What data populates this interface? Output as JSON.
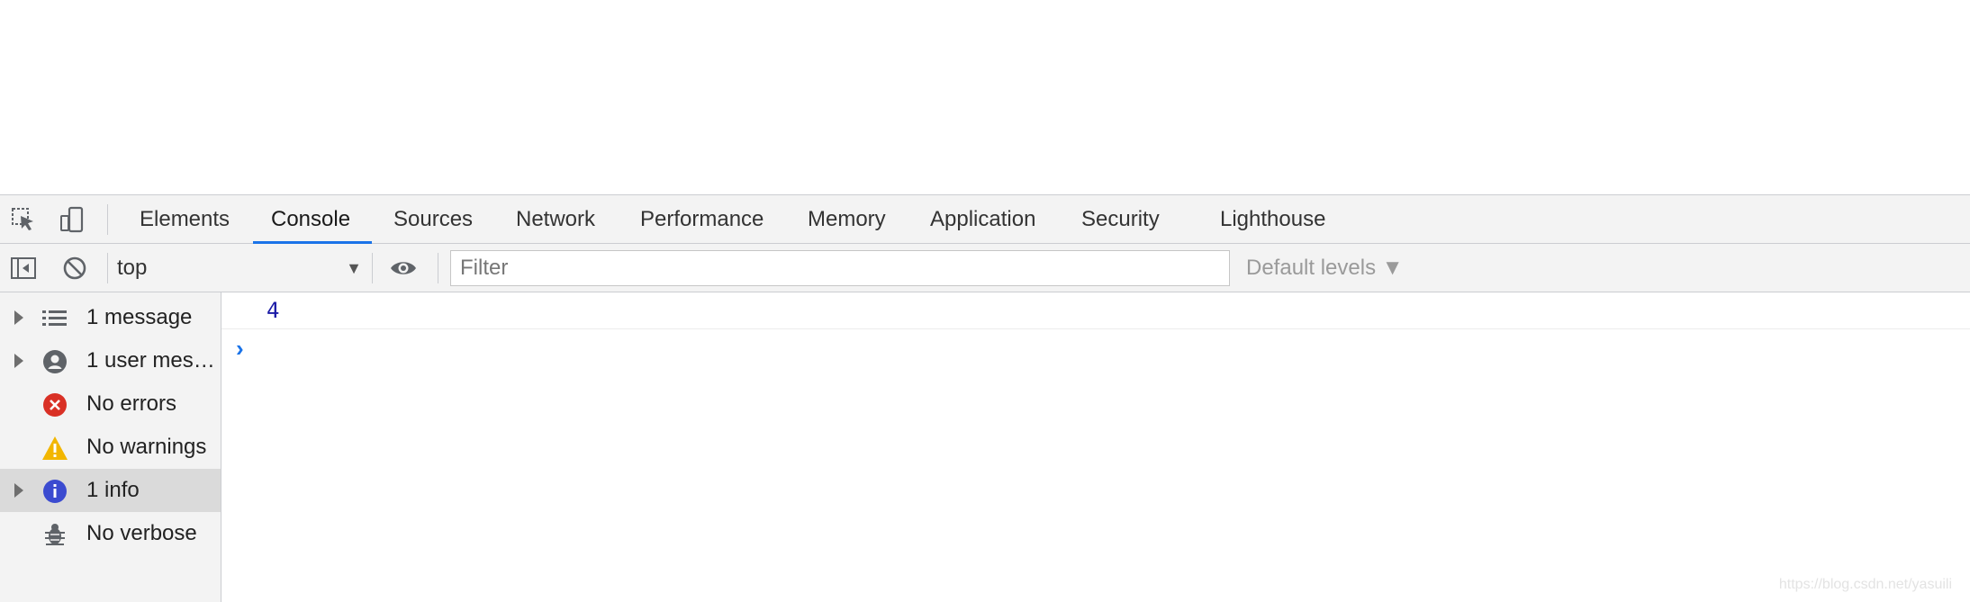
{
  "tabbar": {
    "tabs": [
      {
        "label": "Elements",
        "active": false
      },
      {
        "label": "Console",
        "active": true
      },
      {
        "label": "Sources",
        "active": false
      },
      {
        "label": "Network",
        "active": false
      },
      {
        "label": "Performance",
        "active": false
      },
      {
        "label": "Memory",
        "active": false
      },
      {
        "label": "Application",
        "active": false
      },
      {
        "label": "Security",
        "active": false
      },
      {
        "label": "Lighthouse",
        "active": false
      }
    ],
    "icons": [
      "inspect-element-icon",
      "device-toolbar-icon"
    ]
  },
  "console_toolbar": {
    "context": "top",
    "filter_placeholder": "Filter",
    "filter_value": "",
    "levels_label": "Default levels ▼",
    "icons": [
      "show-sidebar-icon",
      "clear-console-icon",
      "chevron-down-icon",
      "eye-icon"
    ]
  },
  "sidebar": {
    "items": [
      {
        "label": "1 message",
        "icon": "list-icon",
        "expandable": true,
        "selected": false
      },
      {
        "label": "1 user mes…",
        "icon": "user-icon",
        "expandable": true,
        "selected": false
      },
      {
        "label": "No errors",
        "icon": "error-icon",
        "expandable": false,
        "selected": false
      },
      {
        "label": "No warnings",
        "icon": "warning-icon",
        "expandable": false,
        "selected": false
      },
      {
        "label": "1 info",
        "icon": "info-icon",
        "expandable": true,
        "selected": true
      },
      {
        "label": "No verbose",
        "icon": "bug-icon",
        "expandable": false,
        "selected": false
      }
    ]
  },
  "console": {
    "messages": [
      "4"
    ],
    "prompt_symbol": "›"
  },
  "colors": {
    "accent": "#1a73e8",
    "error": "#d93025",
    "warning": "#f2b600",
    "info": "#3b4bd0",
    "number_output": "#1a1aa6"
  },
  "watermark": "https://blog.csdn.net/yasuili"
}
